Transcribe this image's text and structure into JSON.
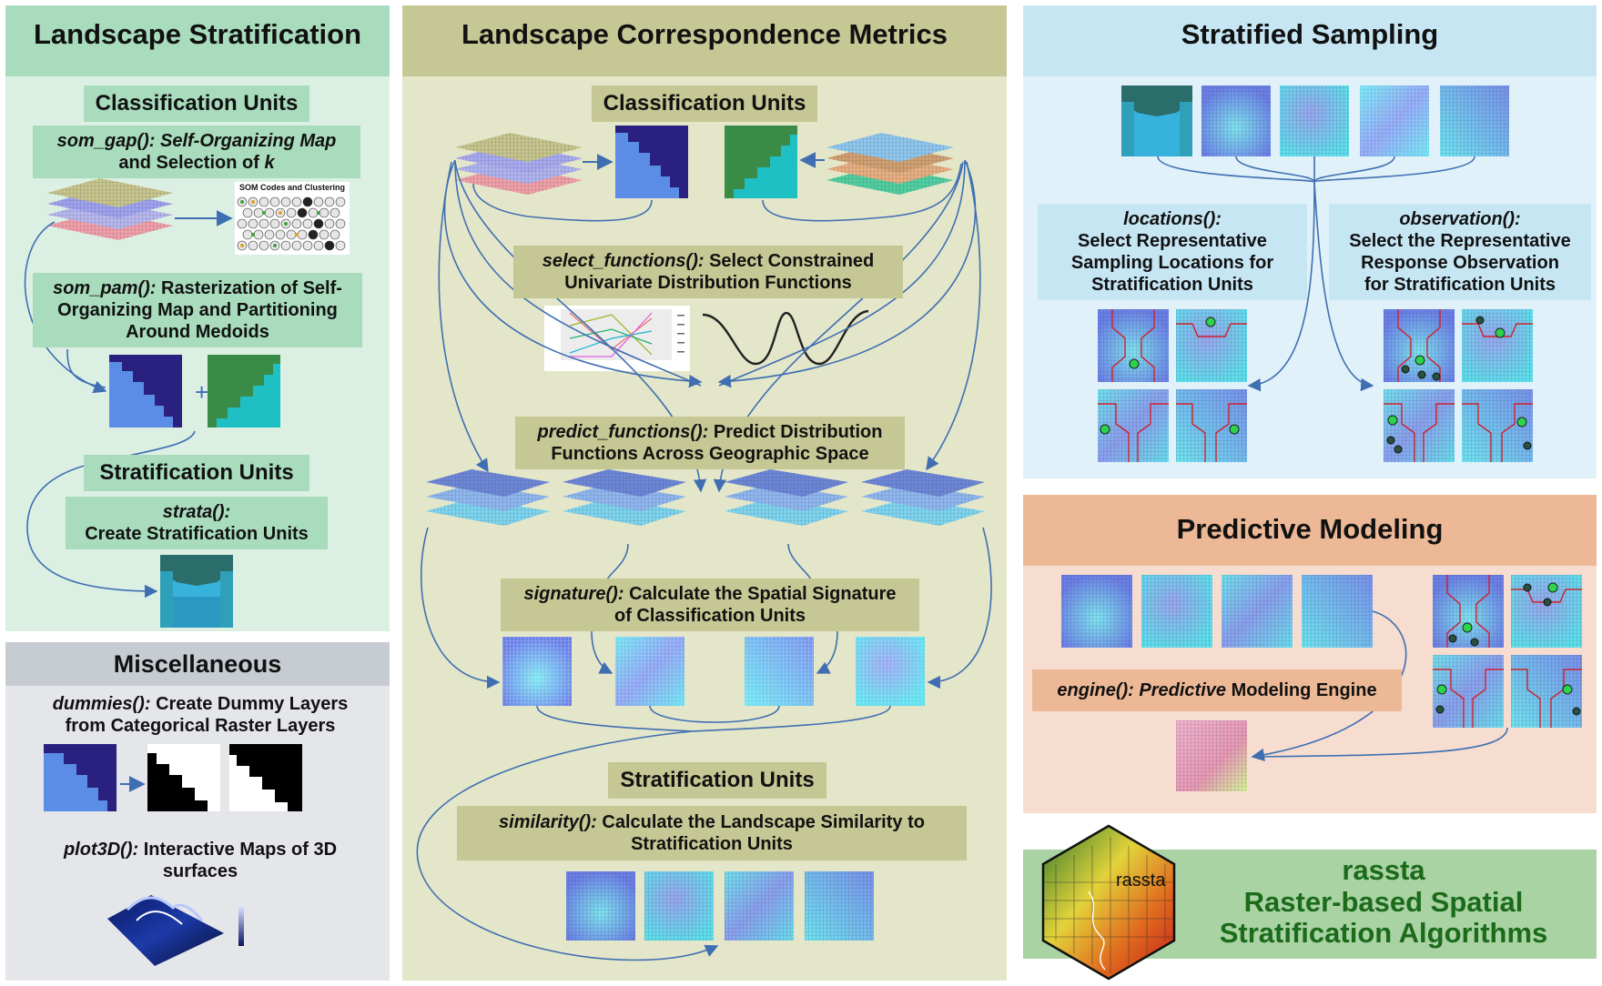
{
  "colors": {
    "green_bg": "#dcefe3",
    "green_head": "#a8dcbd",
    "olive_bg": "#e4e6c9",
    "olive_head": "#c5c794",
    "blue_bg": "#e0f1f9",
    "blue_head": "#c7e6f4",
    "salmon_bg": "#f6ddd0",
    "salmon_head": "#edb896",
    "grey_bg": "#e4e6ea",
    "grey_head": "#c7ccd3",
    "rassta_bg": "#a9d3a3",
    "rassta_text": "#1b6b1b",
    "arrow": "#3f6fb2"
  },
  "stratification": {
    "title": "Landscape Stratification",
    "classification_units": "Classification Units",
    "som_gap_fn": "som_gap():",
    "som_gap_desc1": "Self-Organizing Map",
    "som_gap_desc2": "and Selection of",
    "som_gap_k": "k",
    "som_codes_label": "SOM Codes and Clustering",
    "som_pam_fn": "som_pam():",
    "som_pam_desc1": "Rasterization of Self-",
    "som_pam_desc2": "Organizing Map and Partitioning",
    "som_pam_desc3": "Around Medoids",
    "plus": "+",
    "stratification_units": "Stratification Units",
    "strata_fn": "strata():",
    "strata_desc": "Create Stratification Units"
  },
  "misc": {
    "title": "Miscellaneous",
    "dummies_fn": "dummies():",
    "dummies_desc1": "Create Dummy Layers",
    "dummies_desc2": "from Categorical Raster Layers",
    "plot3d_fn": "plot3D():",
    "plot3d_desc1": "Interactive Maps of 3D",
    "plot3d_desc2": "surfaces"
  },
  "metrics": {
    "title": "Landscape Correspondence Metrics",
    "classification_units": "Classification Units",
    "select_fn": "select_functions():",
    "select_desc1": "Select Constrained",
    "select_desc2": "Univariate Distribution Functions",
    "predict_fn": "predict_functions():",
    "predict_desc1": "Predict Distribution",
    "predict_desc2": "Functions Across Geographic Space",
    "signature_fn": "signature():",
    "signature_desc1": "Calculate the Spatial Signature",
    "signature_desc2": "of Classification Units",
    "stratification_units": "Stratification Units",
    "similarity_fn": "similarity():",
    "similarity_desc1": "Calculate the Landscape Similarity to",
    "similarity_desc2": "Stratification Units"
  },
  "sampling": {
    "title": "Stratified Sampling",
    "locations_fn": "locations():",
    "locations_desc1": "Select Representative",
    "locations_desc2": "Sampling Locations for",
    "locations_desc3": "Stratification Units",
    "observation_fn": "observation():",
    "observation_desc1": "Select the Representative",
    "observation_desc2": "Response Observation",
    "observation_desc3": "for Stratification Units"
  },
  "modeling": {
    "title": "Predictive Modeling",
    "engine_fn": "engine():",
    "engine_desc_italic": "Predictive",
    "engine_desc": "Modeling Engine"
  },
  "rassta": {
    "logo_text": "rassta",
    "name": "rassta",
    "line1": "Raster-based Spatial",
    "line2": "Stratification Algorithms"
  }
}
